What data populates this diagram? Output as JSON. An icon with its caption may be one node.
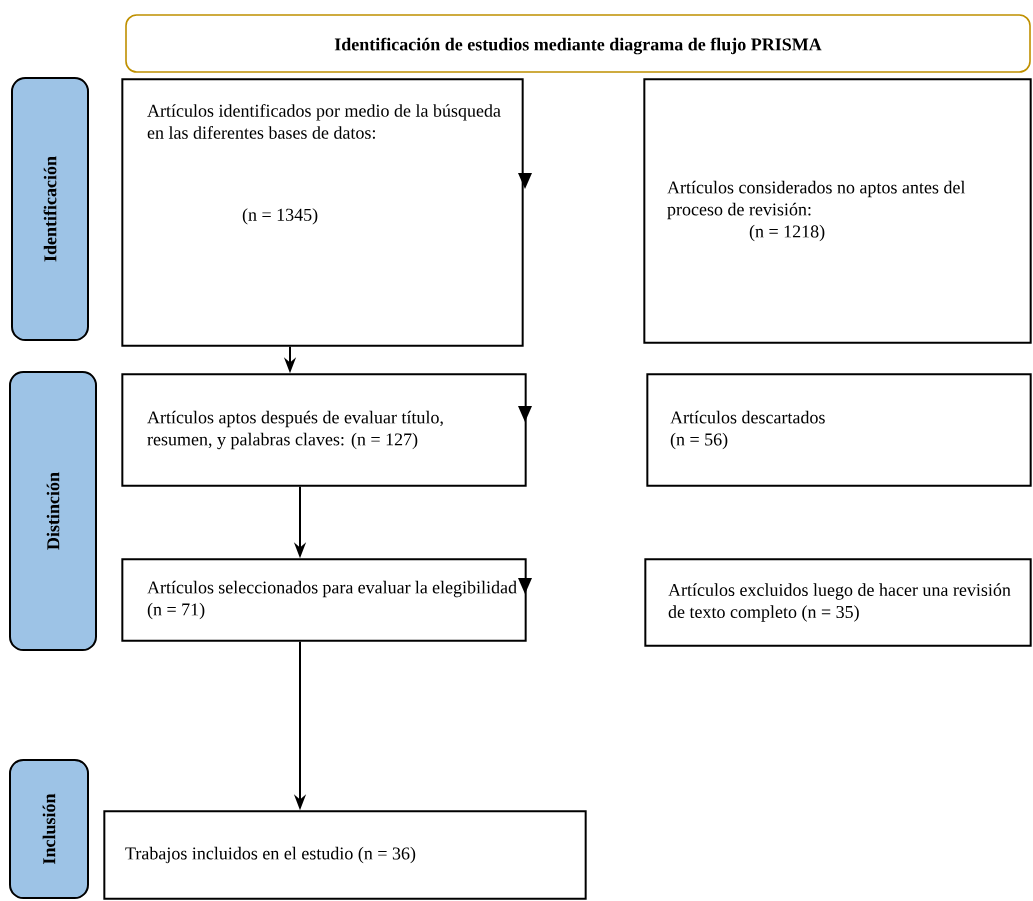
{
  "diagram": {
    "title": "Identificación de estudios mediante diagrama de flujo PRISMA",
    "nodes": [
      {
        "text": [
          "Identificación"
        ]
      },
      {
        "text": [
          "Distinción"
        ]
      },
      {
        "text": [
          "Inclusión"
        ]
      },
      {
        "text": [
          "Artículos identificados por medio de la búsqueda en las diferentes bases de datos:",
          "(n = 1345)"
        ]
      },
      {
        "text": [
          "Artículos considerados no aptos antes del proceso de revisión:",
          "(n = 1218)"
        ]
      },
      {
        "text": [
          "Artículos aptos después de evaluar título, resumen, y palabras claves: (n = 127)"
        ]
      },
      {
        "text": [
          "Artículos descartados",
          "(n = 56)"
        ]
      },
      {
        "text": [
          "Artículos seleccionados para evaluar la elegibilidad",
          "(n = 71)"
        ]
      },
      {
        "text": [
          "Artículos excluidos luego de hacer una revisión de texto completo (n = 35)"
        ]
      },
      {
        "text": [
          "Trabajos incluidos en el estudio (n = 36)"
        ]
      }
    ],
    "edges": [
      {
        "from": 3,
        "to": 5,
        "arrow": "to"
      },
      {
        "from": 5,
        "to": 7,
        "arrow": "to"
      },
      {
        "from": 7,
        "to": 9,
        "arrow": "to"
      }
    ]
  }
}
